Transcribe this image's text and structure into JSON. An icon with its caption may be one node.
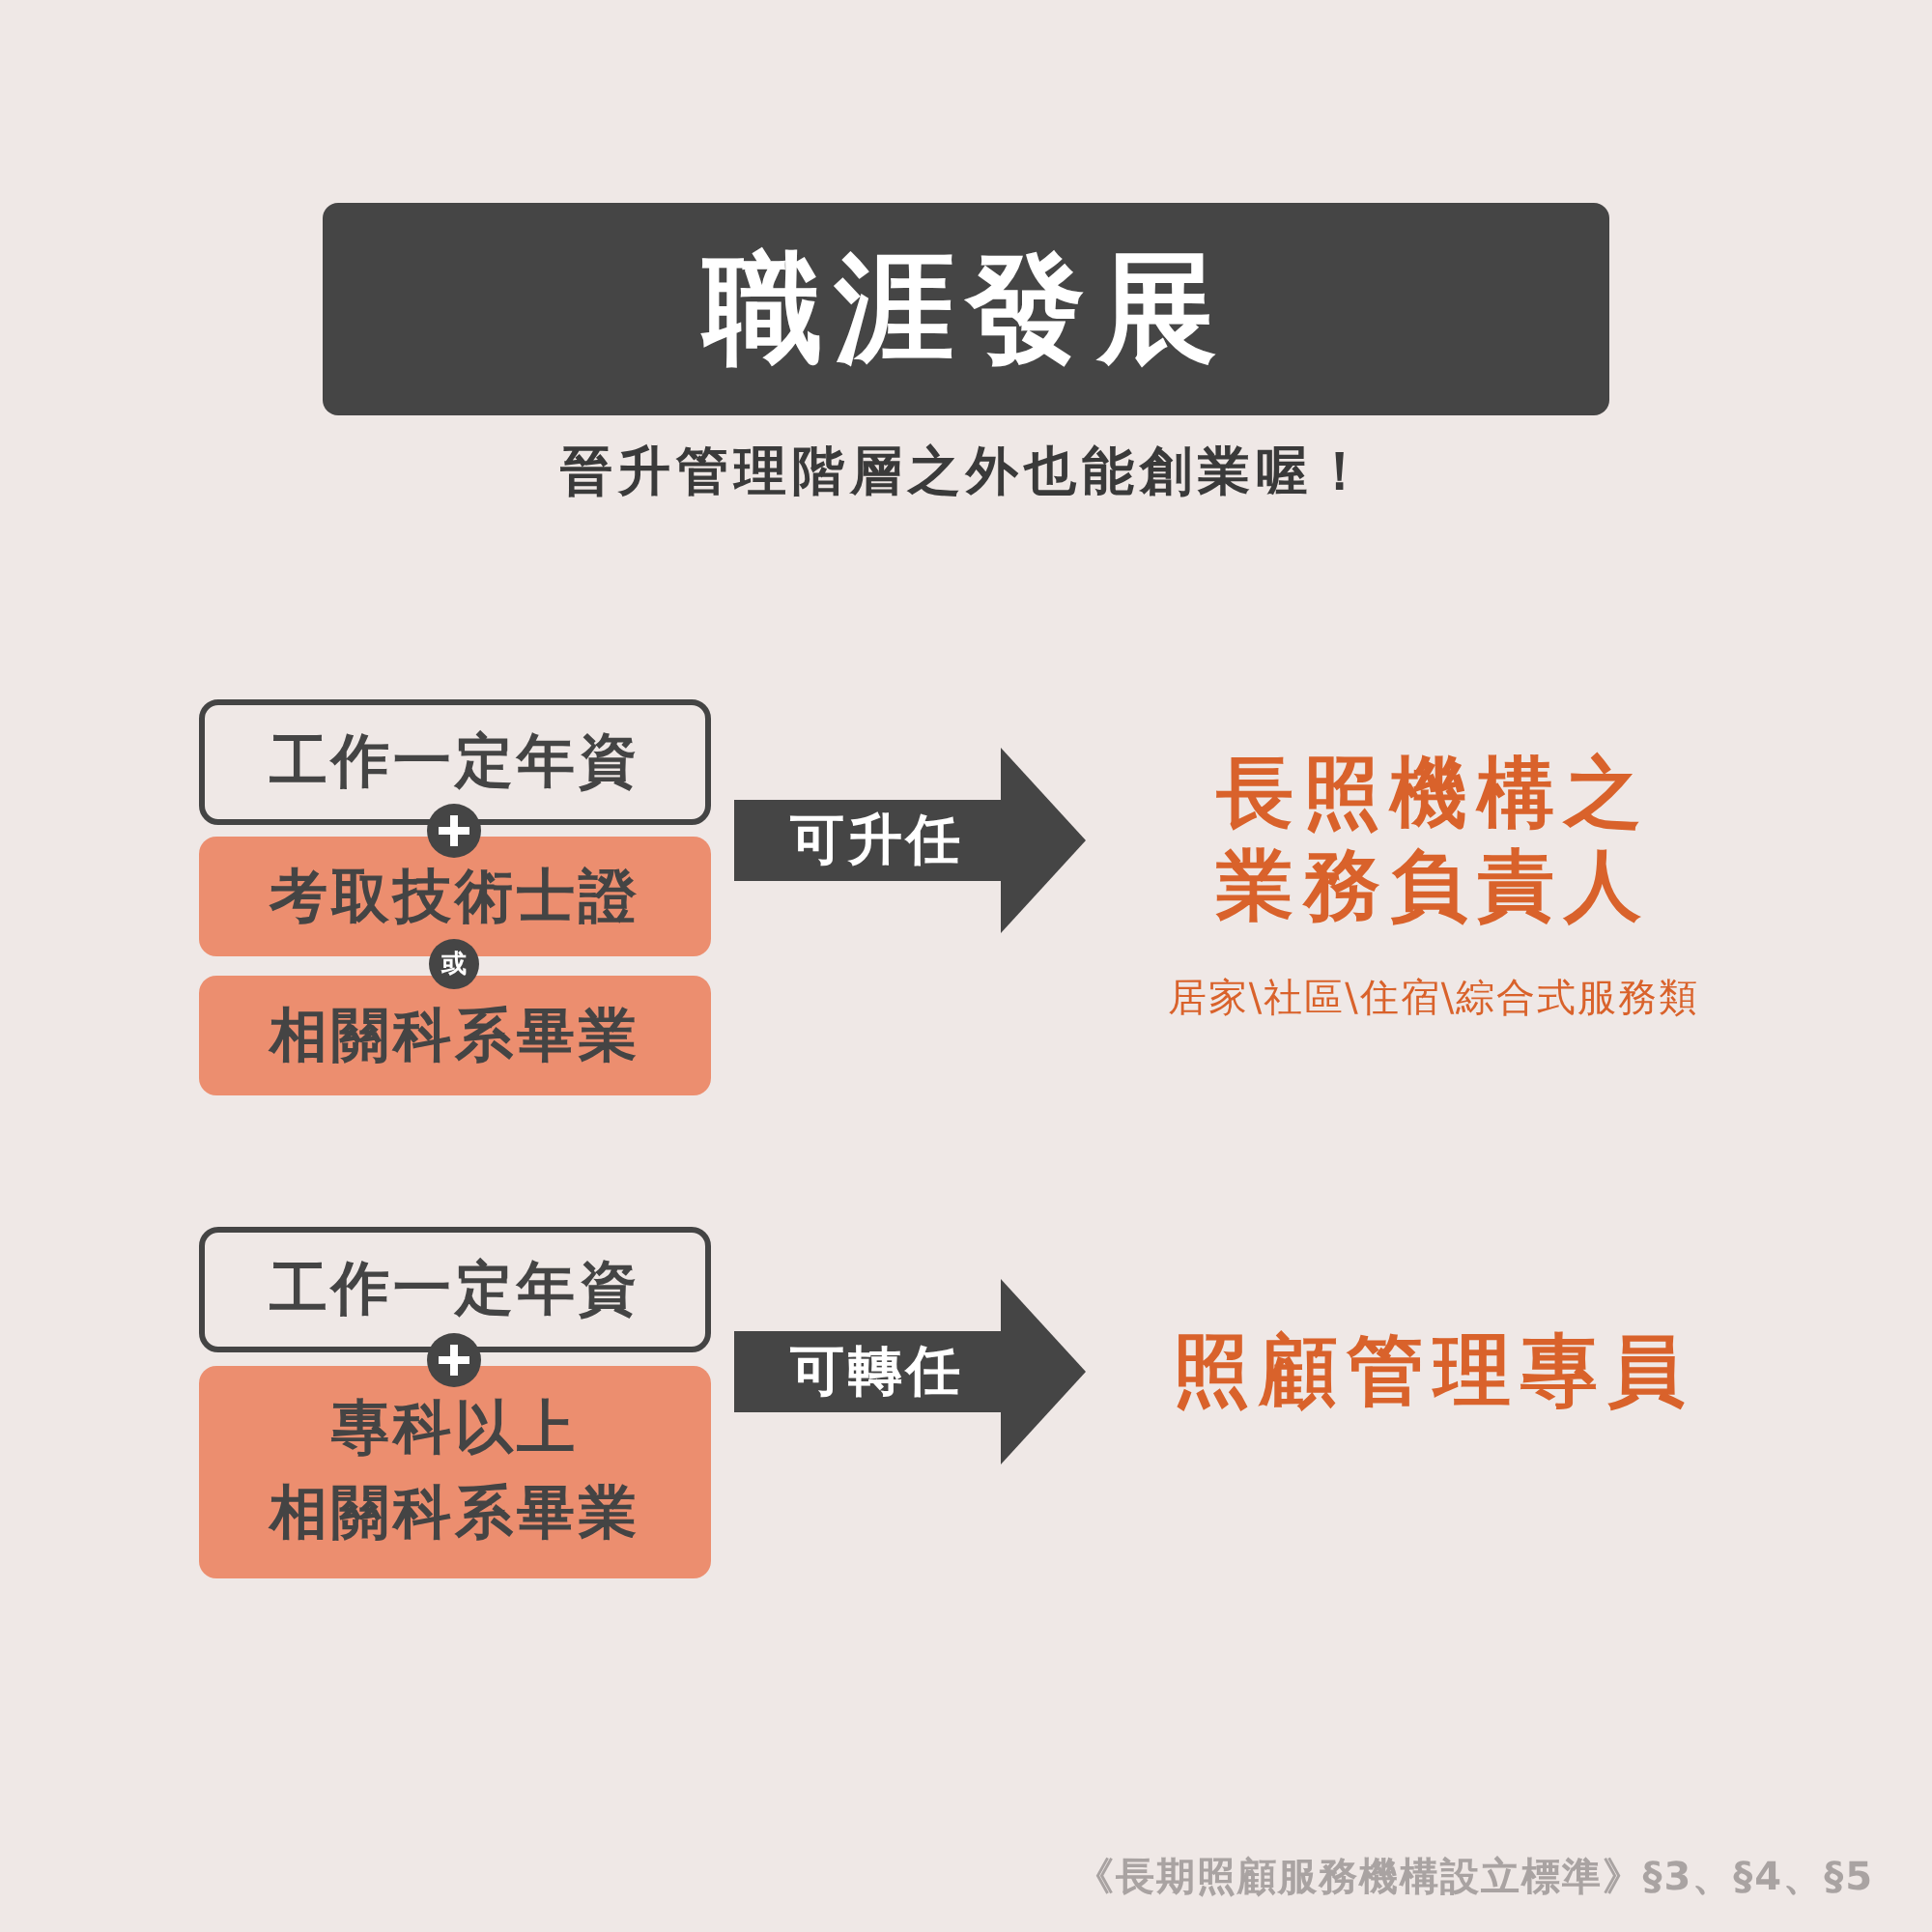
{
  "diagram": {
    "title": "職涯發展",
    "caption": "《長期照顧服務機構設立標準》§3、§4、§5",
    "nodes": [
      {
        "text": [
          "工作一定年資"
        ]
      },
      {
        "text": [
          "考取技術士證"
        ]
      },
      {
        "text": [
          "相關科系畢業"
        ]
      },
      {
        "text": [
          "長照機構之業務負責人"
        ],
        "beside": [
          "居家\\社區\\住宿\\綜合式服務類"
        ]
      },
      {
        "text": [
          "工作一定年資"
        ]
      },
      {
        "text": [
          "專科以上相關科系畢業"
        ]
      },
      {
        "text": [
          "照顧管理專員"
        ]
      }
    ],
    "edges": [
      {
        "from": 1,
        "to": 3,
        "arrow": "to",
        "label": "可升任"
      },
      {
        "from": 5,
        "to": 6,
        "arrow": "to",
        "label": "可轉任"
      }
    ],
    "labels": [
      "晉升管理階層之外也能**創業**喔！",
      "或"
    ]
  }
}
